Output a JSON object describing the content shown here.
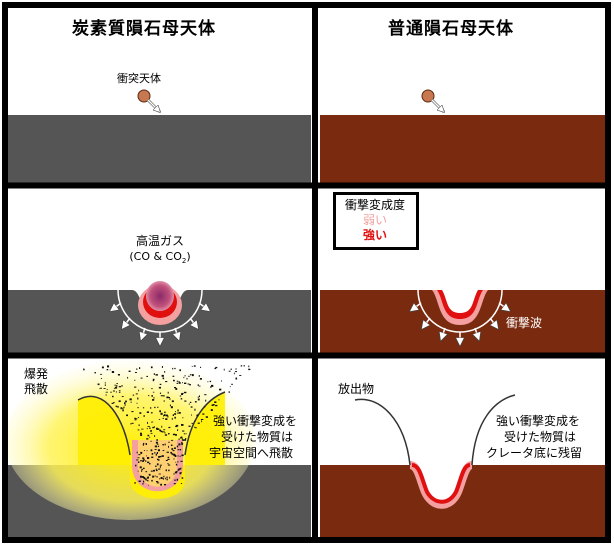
{
  "headers": {
    "carbonaceous": "炭素質隕石母天体",
    "ordinary": "普通隕石母天体"
  },
  "labels": {
    "impactor": "衝突天体",
    "hot_gas": "高温ガス",
    "gas_formula": "(CO & CO",
    "gas_formula_sub": "2",
    "gas_formula_end": ")",
    "legend_title": "衝撃変成度",
    "legend_weak": "弱い",
    "legend_strong": "強い",
    "shock_wave": "衝撃波",
    "explosive_1": "爆発",
    "explosive_2": "飛散",
    "ejecta": "放出物",
    "left_note_1": "強い衝撃変成を",
    "left_note_2": "受けた物質は",
    "left_note_3": "宇宙空間へ飛散",
    "right_note_1": "強い衝撃変成を",
    "right_note_2": "受けた物質は",
    "right_note_3": "クレータ底に残留"
  },
  "colors": {
    "carbonaceous_ground": "#555555",
    "ordinary_ground": "#7a2a0e",
    "strong_shock": "#e01010",
    "weak_shock": "#f4a0a0",
    "hot_gas": "#b4507a",
    "debris_yellow": "#ffee00",
    "frame": "#000000"
  }
}
